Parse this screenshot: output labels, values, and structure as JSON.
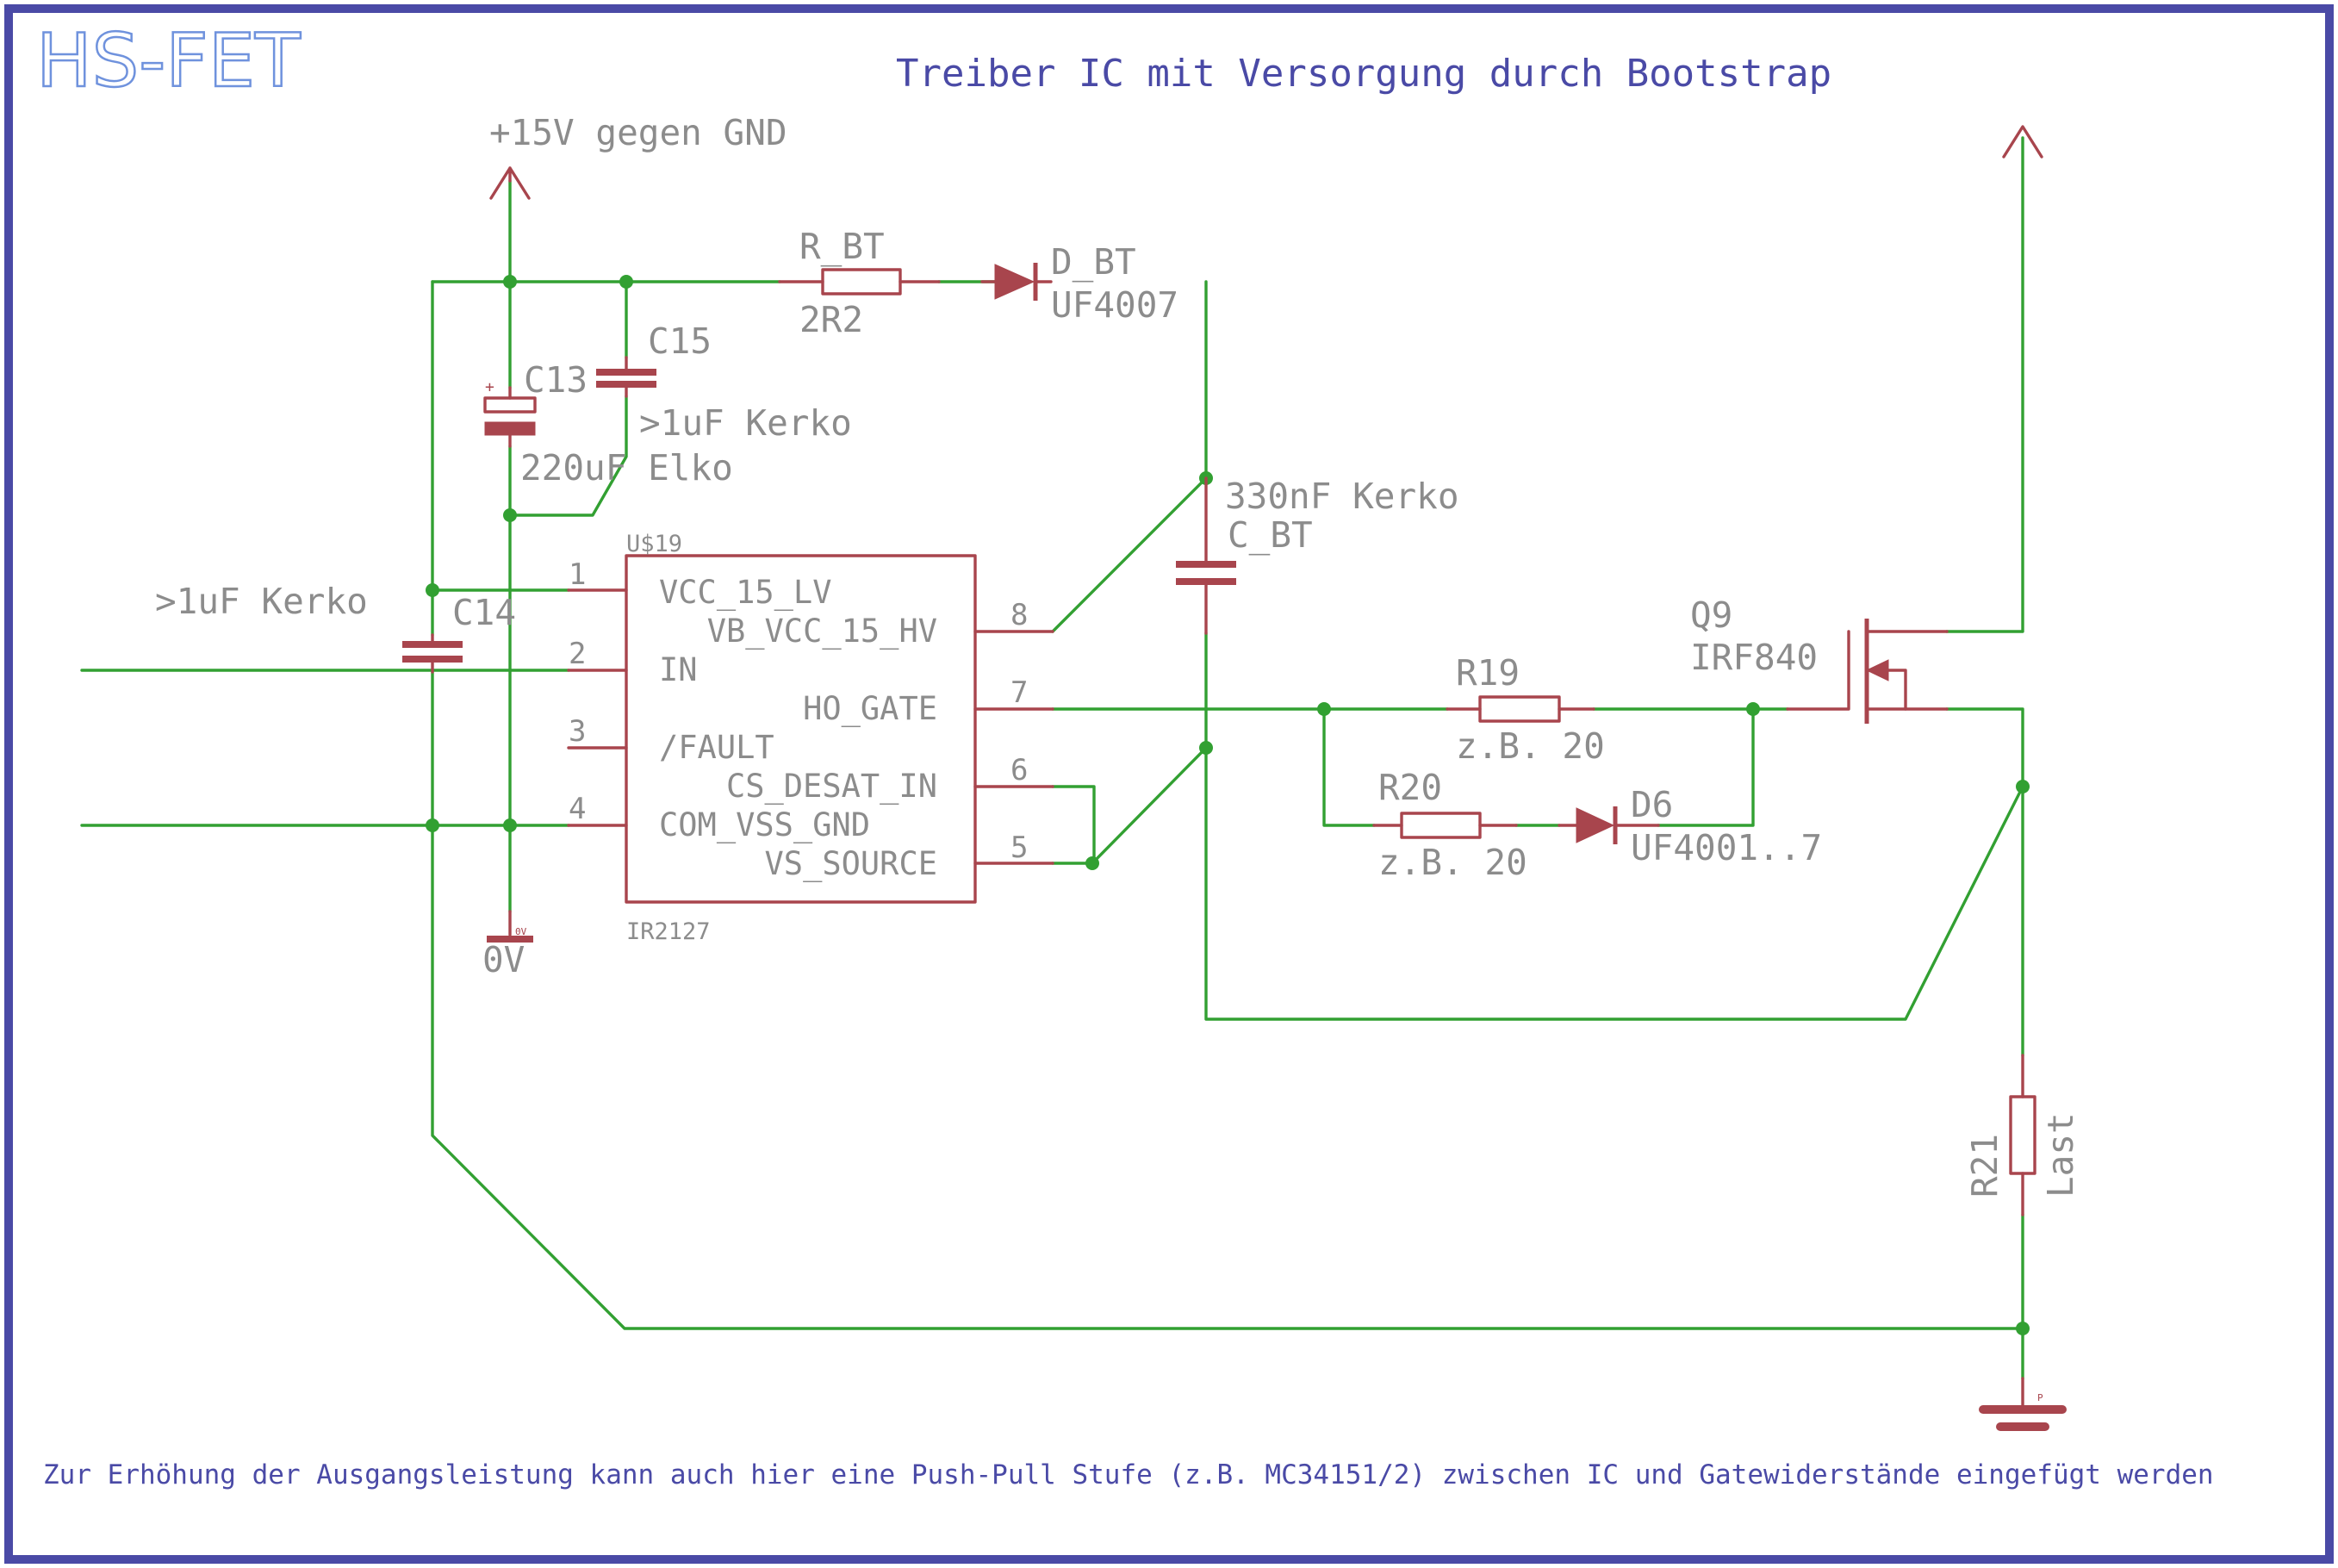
{
  "header": {
    "brand": "HS-FET",
    "title": "Treiber IC mit Versorgung durch Bootstrap"
  },
  "supply": {
    "label": "+15V gegen GND",
    "ground_label": "0V"
  },
  "components": {
    "r_bt": {
      "name": "R_BT",
      "value": "2R2"
    },
    "d_bt": {
      "name": "D_BT",
      "value": "UF4007"
    },
    "c15": {
      "name": "C15",
      "value": ">1uF Kerko"
    },
    "c13": {
      "name": "C13",
      "value": "220uF Elko"
    },
    "c14": {
      "name": "C14",
      "value": ">1uF Kerko"
    },
    "c_bt": {
      "name": "C_BT",
      "value": "330nF Kerko"
    },
    "r19": {
      "name": "R19",
      "value": "z.B. 20"
    },
    "r20": {
      "name": "R20",
      "value": "z.B. 20"
    },
    "d6": {
      "name": "D6",
      "value": "UF4001..7"
    },
    "q9": {
      "name": "Q9",
      "value": "IRF840"
    },
    "r21": {
      "name": "R21",
      "value": "Last"
    }
  },
  "ic": {
    "ref": "U$19",
    "part": "IR2127",
    "pins_left": [
      {
        "num": "1",
        "name": "VCC_15_LV"
      },
      {
        "num": "2",
        "name": "IN"
      },
      {
        "num": "3",
        "name": "/FAULT"
      },
      {
        "num": "4",
        "name": "COM_VSS_GND"
      }
    ],
    "pins_right": [
      {
        "num": "8",
        "name": "VB_VCC_15_HV"
      },
      {
        "num": "7",
        "name": "HO_GATE"
      },
      {
        "num": "6",
        "name": "CS_DESAT_IN"
      },
      {
        "num": "5",
        "name": "VS_SOURCE"
      }
    ]
  },
  "footer_note": "Zur Erhöhung der Ausgangsleistung kann auch hier eine Push-Pull Stufe (z.B. MC34151/2) zwischen IC und Gatewiderstände eingefügt werden",
  "colors": {
    "wire": "#32a032",
    "device": "#a8454d",
    "label": "#8c8c8c",
    "frame": "#4a4aa6",
    "brand": "#6f92dd"
  }
}
